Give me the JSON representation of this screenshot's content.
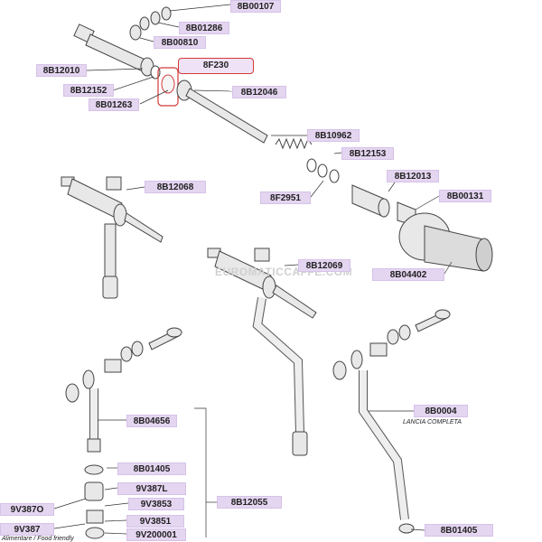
{
  "watermark": "EUROMATICCAFFE.COM",
  "labels": {
    "p8B00107": "8B00107",
    "p8B01286": "8B01286",
    "p8B00810": "8B00810",
    "p8B12010": "8B12010",
    "p8F230": "8F230",
    "p8B12152": "8B12152",
    "p8B12046": "8B12046",
    "p8B01263": "8B01263",
    "p8B10962": "8B10962",
    "p8B12153": "8B12153",
    "p8B12013": "8B12013",
    "p8F2951": "8F2951",
    "p8B00131": "8B00131",
    "p8B12068": "8B12068",
    "p8B12069": "8B12069",
    "p8B04402": "8B04402",
    "p8B0004": "8B0004",
    "p8B04656": "8B04656",
    "p8B01405a": "8B01405",
    "p9V387L": "9V387L",
    "p9V3853": "9V3853",
    "p8B12055": "8B12055",
    "p9V387O": "9V387O",
    "p9V3851": "9V3851",
    "p9V387": "9V387",
    "p9V200001": "9V200001",
    "p8B01405b": "8B01405"
  },
  "notes": {
    "lancia": "LANCIA COMPLETA",
    "alimentare": "Alimentare / Food friendly"
  }
}
